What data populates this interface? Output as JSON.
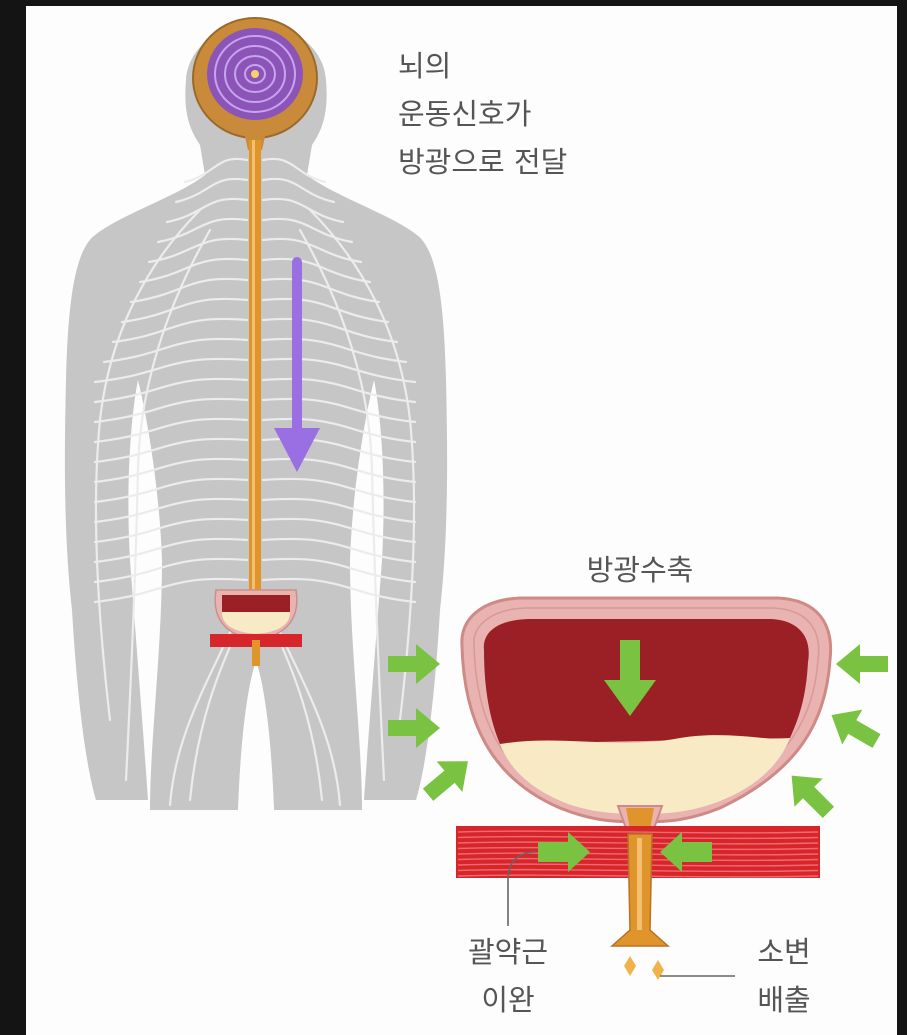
{
  "labels": {
    "signal": [
      "뇌의",
      "운동신호가",
      "방광으로 전달"
    ],
    "contraction": "방광수축",
    "sphincter": [
      "괄약근",
      "이완"
    ],
    "urination": [
      "소변",
      "배출"
    ]
  },
  "colors": {
    "panel": "#fdfdfd",
    "frame": "#141414",
    "body": "#c6c6c6",
    "nerve": "#ececec",
    "spine": "#e0952c",
    "brain_outer": "#c98b3a",
    "brain_inner": "#8b55b8",
    "signal_arrow": "#9a6fe3",
    "bladder_wall": "#e8b3b0",
    "bladder_inner": "#9b2026",
    "urine": "#f7eac4",
    "sphincter": "#d7262b",
    "pressure_arrow": "#7ac241",
    "text": "#555555"
  }
}
